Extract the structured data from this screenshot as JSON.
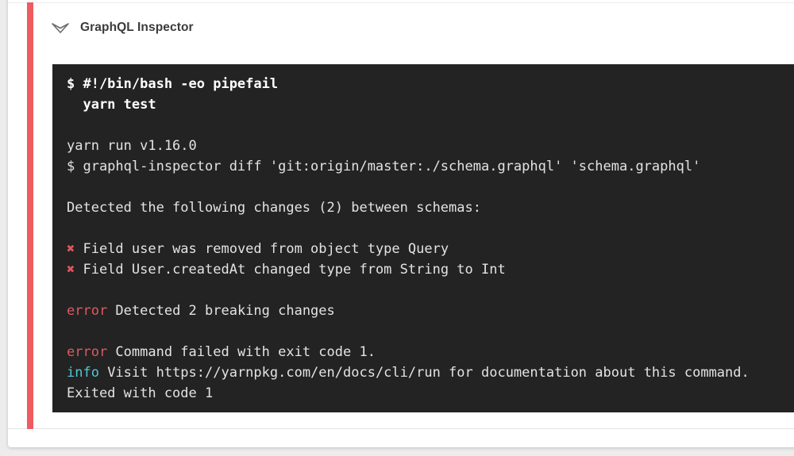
{
  "page": {
    "background_color": "#ececec"
  },
  "step": {
    "title": "GraphQL Inspector",
    "status": "failed",
    "status_color": "#ef5b60",
    "collapse_icon": "chevron-down-icon"
  },
  "terminal": {
    "background_color": "#232323",
    "colors": {
      "plain": "#e3e3e3",
      "bold": "#ffffff",
      "error": "#dd5a60",
      "info": "#52c7d4",
      "cross": "#e0565e"
    },
    "lines": [
      {
        "segments": [
          {
            "t": "$ #!/bin/bash -eo pipefail",
            "s": "bold"
          }
        ]
      },
      {
        "segments": [
          {
            "t": "  yarn test",
            "s": "bold"
          }
        ]
      },
      {
        "segments": []
      },
      {
        "segments": [
          {
            "t": "yarn run v1.16.0",
            "s": "plain"
          }
        ]
      },
      {
        "segments": [
          {
            "t": "$ graphql-inspector diff 'git:origin/master:./schema.graphql' 'schema.graphql'",
            "s": "plain"
          }
        ]
      },
      {
        "segments": []
      },
      {
        "segments": [
          {
            "t": "Detected the following changes (2) between schemas:",
            "s": "plain"
          }
        ]
      },
      {
        "segments": []
      },
      {
        "segments": [
          {
            "t": "✖",
            "s": "cross"
          },
          {
            "t": " Field user was removed from object type Query",
            "s": "plain"
          }
        ]
      },
      {
        "segments": [
          {
            "t": "✖",
            "s": "cross"
          },
          {
            "t": " Field User.createdAt changed type from String to Int",
            "s": "plain"
          }
        ]
      },
      {
        "segments": []
      },
      {
        "segments": [
          {
            "t": "error",
            "s": "error"
          },
          {
            "t": " Detected 2 breaking changes",
            "s": "plain"
          }
        ]
      },
      {
        "segments": []
      },
      {
        "segments": [
          {
            "t": "error",
            "s": "error"
          },
          {
            "t": " Command failed with exit code 1.",
            "s": "plain"
          }
        ]
      },
      {
        "segments": [
          {
            "t": "info",
            "s": "info"
          },
          {
            "t": " Visit https://yarnpkg.com/en/docs/cli/run for documentation about this command.",
            "s": "plain"
          }
        ]
      },
      {
        "segments": [
          {
            "t": "Exited with code 1",
            "s": "plain"
          }
        ]
      }
    ]
  }
}
